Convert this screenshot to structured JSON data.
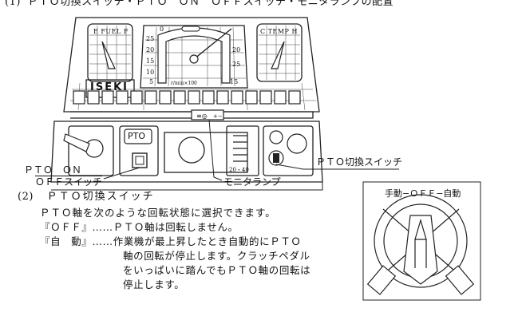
{
  "section1": {
    "number": "(1)",
    "title": "ＰＴＯ切換スイッチ・ＰＴＯ　ＯＮ　ＯＦＦスイッチ・モニタランプの配置"
  },
  "panel": {
    "fuel_gauge": {
      "label": "E FUEL F"
    },
    "temp_gauge": {
      "label": "C TEMP H"
    },
    "brand": "ISEKI",
    "tacho_ticks": [
      "25",
      "20",
      "15",
      "10",
      "5",
      "0"
    ],
    "tacho_ticks_right": [
      "20",
      "25",
      "15"
    ],
    "tacho_caption": "r/min×100",
    "pto_badge": "PTO",
    "slider_caption": "20・40",
    "lamp_symbol": "≡◎",
    "battery_symbol": "+−"
  },
  "callouts": {
    "pto_switch_line1": "ＰＴＯ　ＯＮ",
    "pto_switch_line2": "ＯＦＦスイッチ",
    "monitor_lamp": "モニタランプ",
    "pto_selector": "ＰＴＯ切換スイッチ"
  },
  "section2": {
    "number": "(2)",
    "title": "ＰＴＯ切換スイッチ",
    "intro": "ＰＴＯ軸を次のような回転状態に選択できます。",
    "items": [
      {
        "term": "『ＯＦＦ』",
        "dots": "……",
        "lines": [
          "ＰＴＯ軸は回転しません。"
        ]
      },
      {
        "term": "『自　動』",
        "dots": "……",
        "lines": [
          "作業機が最上昇したとき自動的にＰＴＯ",
          "軸の回転が停止します。クラッチペダル",
          "をいっぱいに踏んでもＰＴＯ軸の回転は",
          "停止します。"
        ]
      }
    ]
  },
  "selector_box": {
    "label": "手動−ＯＦＦ−自動"
  }
}
